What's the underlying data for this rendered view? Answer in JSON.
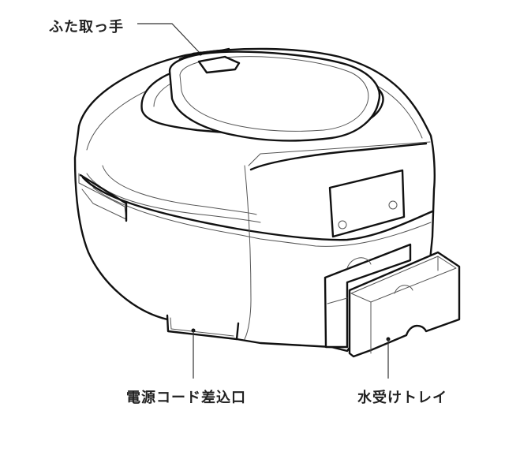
{
  "diagram": {
    "subject": "rice cooker / cooking appliance, perspective line drawing",
    "labels": {
      "lid_handle": "ふた取っ手",
      "power_cord_inlet": "電源コード差込口",
      "drip_tray": "水受けトレイ"
    },
    "colors": {
      "line": "#111111",
      "thin_line": "#555555",
      "background": "#ffffff",
      "text": "#222222"
    }
  }
}
